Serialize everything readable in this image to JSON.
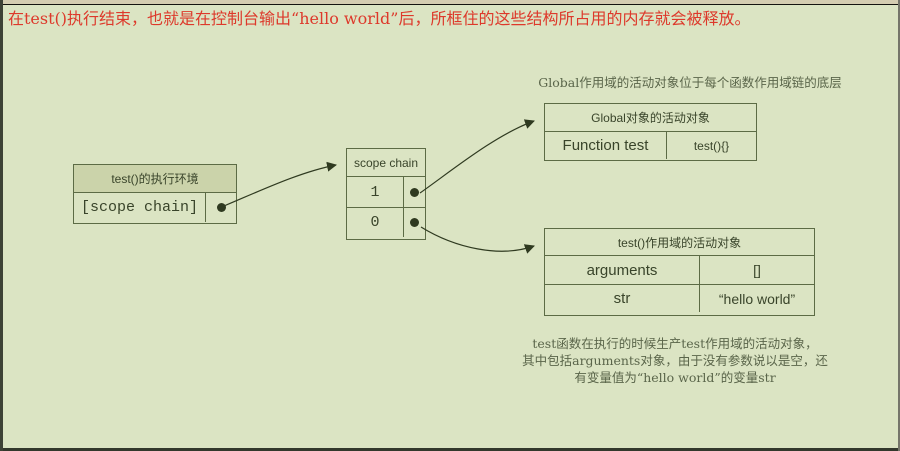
{
  "title": "在test()执行结束，也就是在控制台输出“hello world”后，所框住的这些结构所占用的内存就会被释放。",
  "notes": {
    "global": "Global作用域的活动对象位于每个函数作用域链的底层",
    "test_line1": "test函数在执行的时候生产test作用域的活动对象，",
    "test_line2": "其中包括arguments对象，由于没有参数说以是空，还",
    "test_line3": "有变量值为“hello world”的变量str"
  },
  "left_box": {
    "header": "test()的执行环境",
    "cell": "[scope chain]"
  },
  "scope_box": {
    "header": "scope chain",
    "rows": [
      {
        "label": "1"
      },
      {
        "label": "0"
      }
    ]
  },
  "global_table": {
    "header": "Global对象的活动对象",
    "row": {
      "name": "Function test",
      "value": "test(){}"
    }
  },
  "test_table": {
    "header": "test()作用域的活动对象",
    "rows": [
      {
        "name": "arguments",
        "value": "[]"
      },
      {
        "name": "str",
        "value": "“hello world”"
      }
    ]
  },
  "colors": {
    "background": "#dbe4c3",
    "box_border": "#5c6b45",
    "header_fill": "#cbd3aa",
    "ink": "#39442a",
    "arrow": "#2f3a20",
    "note_text": "#5a654a",
    "title_red": "#dd392b",
    "frame_tan": "#d4cdb1"
  }
}
